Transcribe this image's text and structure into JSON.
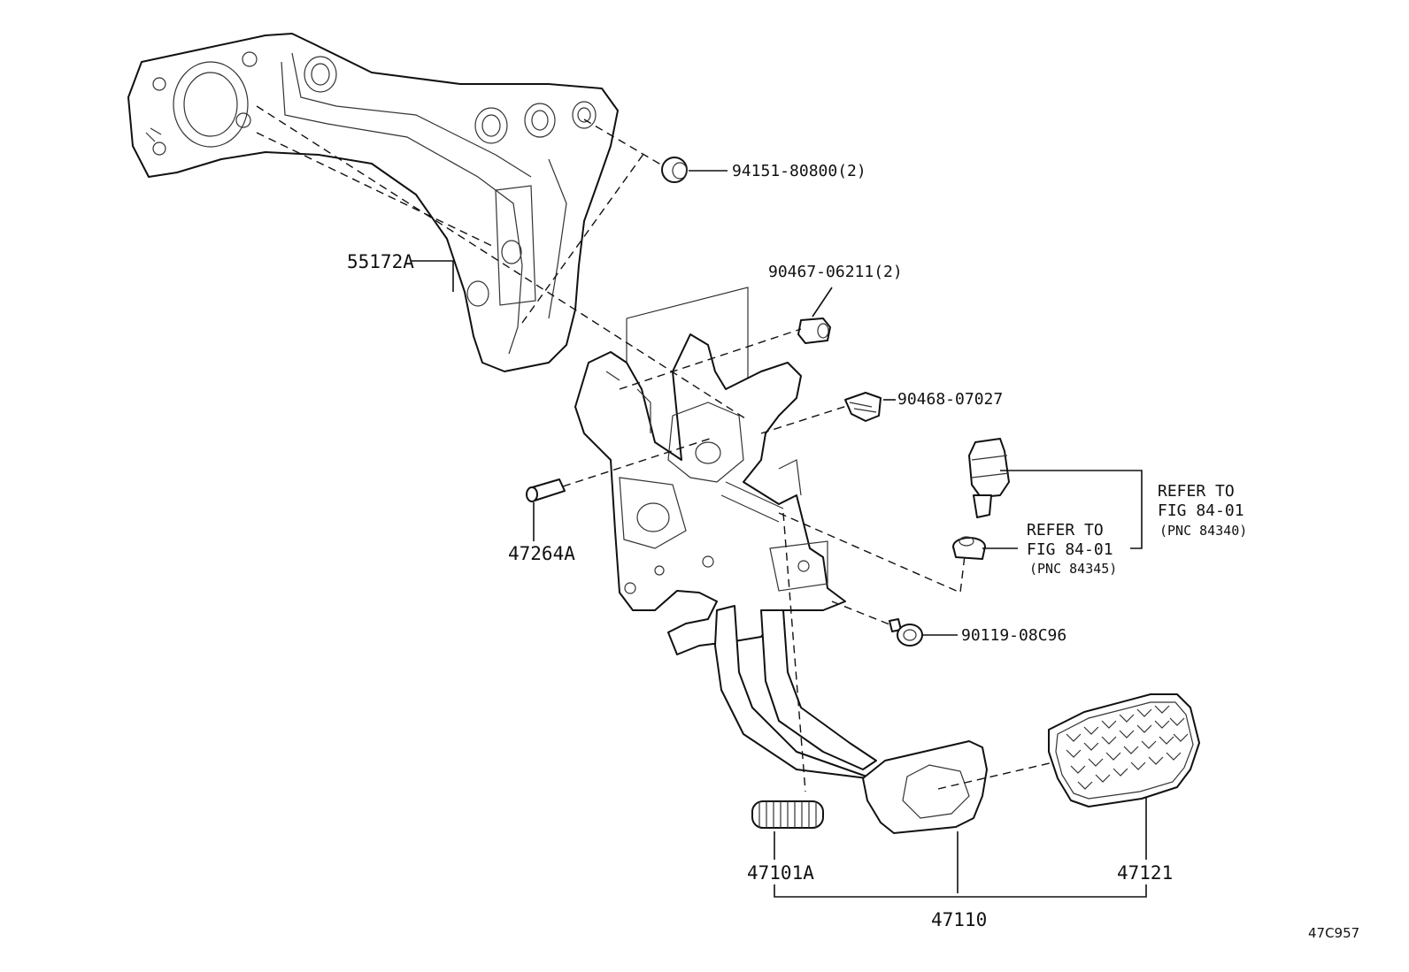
{
  "labels": {
    "bracket": "55172A",
    "bushing": "94151-80800(2)",
    "clip_2": "90467-06211(2)",
    "clip": "90468-07027",
    "pin": "47264A",
    "refer_switch_1": "REFER TO",
    "refer_switch_2": "FIG 84-01",
    "refer_switch_pnc": "(PNC 84340)",
    "refer_cushion_1": "REFER TO",
    "refer_cushion_2": "FIG 84-01",
    "refer_cushion_pnc": "(PNC 84345)",
    "bolt": "90119-08C96",
    "spring": "47101A",
    "pad": "47121",
    "pedal_assembly": "47110",
    "figure_code": "47C957"
  }
}
